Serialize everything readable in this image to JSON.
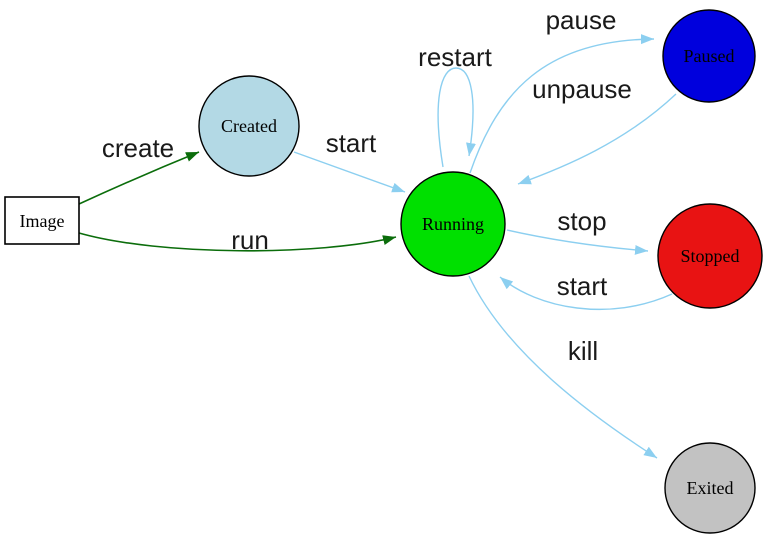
{
  "diagram": {
    "type": "state-diagram",
    "description_visible": false
  },
  "colors": {
    "edge_blue": "#8ccff0",
    "edge_green": "#0b6d0b",
    "node_border": "#000000",
    "image_box_border": "#2323ee",
    "image_box_fill": "#ffffff"
  },
  "nodes": {
    "image": {
      "label": "Image",
      "shape": "box",
      "fill": "#ffffff",
      "border": "#2323ee"
    },
    "created": {
      "label": "Created",
      "shape": "ellipse",
      "fill": "#b3d9e5",
      "border": "#000000"
    },
    "running": {
      "label": "Running",
      "shape": "ellipse",
      "fill": "#00e000",
      "border": "#000000"
    },
    "paused": {
      "label": "Paused",
      "shape": "ellipse",
      "fill": "#0000dd",
      "border": "#000000"
    },
    "stopped": {
      "label": "Stopped",
      "shape": "ellipse",
      "fill": "#e81313",
      "border": "#000000"
    },
    "exited": {
      "label": "Exited",
      "shape": "ellipse",
      "fill": "#c2c2c2",
      "border": "#000000"
    }
  },
  "edges": {
    "create": {
      "label": "create",
      "from": "Image",
      "to": "Created",
      "color": "#0b6d0b"
    },
    "run": {
      "label": "run",
      "from": "Image",
      "to": "Running",
      "color": "#0b6d0b"
    },
    "start_created": {
      "label": "start",
      "from": "Created",
      "to": "Running",
      "color": "#8ccff0"
    },
    "restart": {
      "label": "restart",
      "from": "Running",
      "to": "Running",
      "color": "#8ccff0"
    },
    "pause": {
      "label": "pause",
      "from": "Running",
      "to": "Paused",
      "color": "#8ccff0"
    },
    "unpause": {
      "label": "unpause",
      "from": "Paused",
      "to": "Running",
      "color": "#8ccff0"
    },
    "stop": {
      "label": "stop",
      "from": "Running",
      "to": "Stopped",
      "color": "#8ccff0"
    },
    "start_stopped": {
      "label": "start",
      "from": "Stopped",
      "to": "Running",
      "color": "#8ccff0"
    },
    "kill": {
      "label": "kill",
      "from": "Running",
      "to": "Exited",
      "color": "#8ccff0"
    }
  }
}
